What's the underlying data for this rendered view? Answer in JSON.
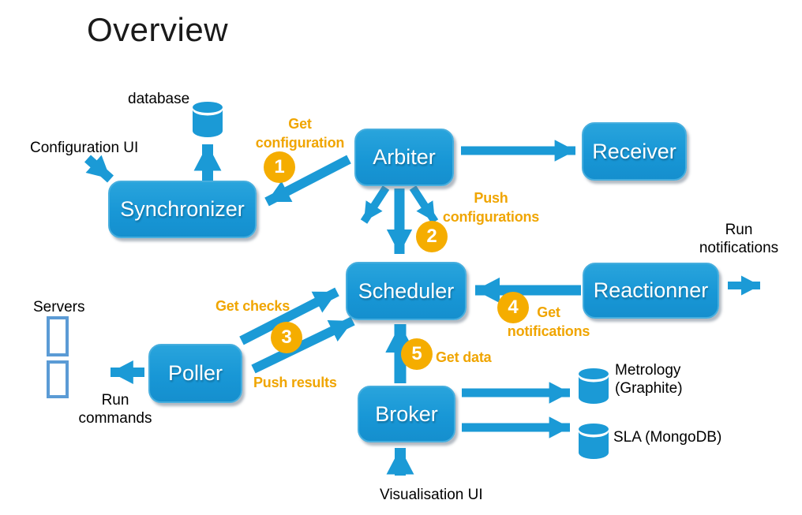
{
  "title": "Overview",
  "colors": {
    "accent_blue": "#1b9ad6",
    "gold": "#f5ad00",
    "orange_text": "#f0a500",
    "server_outline": "#5b9bd5",
    "node_text": "#ffffff",
    "label_text": "#000000"
  },
  "nodes": {
    "synchronizer": "Synchronizer",
    "arbiter": "Arbiter",
    "receiver": "Receiver",
    "scheduler": "Scheduler",
    "reactionner": "Reactionner",
    "poller": "Poller",
    "broker": "Broker"
  },
  "annotations": {
    "database": "database",
    "configuration_ui": "Configuration UI",
    "run_notifications": "Run notifications",
    "servers": "Servers",
    "run_commands": "Run commands",
    "metrology": "Metrology (Graphite)",
    "sla": "SLA (MongoDB)",
    "visualisation_ui": "Visualisation UI"
  },
  "steps": [
    {
      "num": "1",
      "label": "Get configuration"
    },
    {
      "num": "2",
      "label": "Push configurations"
    },
    {
      "num": "3",
      "label_top": "Get checks",
      "label_bottom": "Push results"
    },
    {
      "num": "4",
      "label": "Get notifications"
    },
    {
      "num": "5",
      "label": "Get data"
    }
  ]
}
